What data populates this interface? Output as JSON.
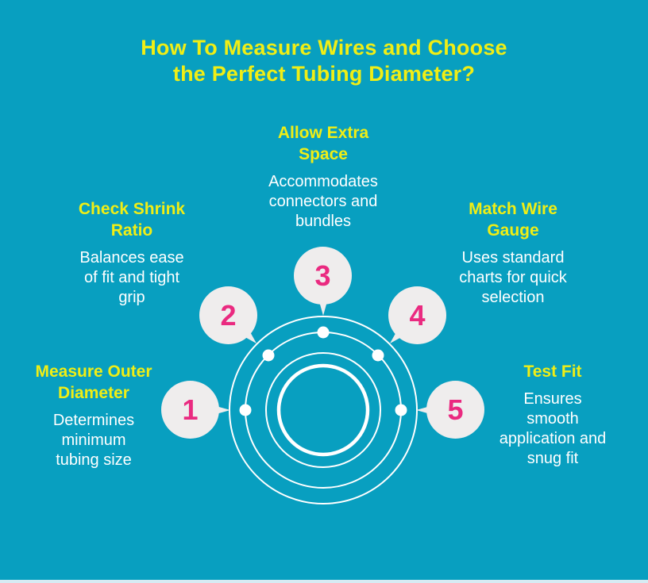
{
  "colors": {
    "background": "#089FC0",
    "heading_yellow": "#F0EE15",
    "number_pink": "#EA2A80",
    "bubble_fill": "#EFEDED",
    "body_text": "#FFFFFF"
  },
  "title": {
    "lines": [
      "How To Measure Wires and Choose",
      "the Perfect Tubing Diameter?"
    ]
  },
  "steps": [
    {
      "number": "1",
      "heading": "Measure Outer Diameter",
      "heading_lines": [
        "Measure Outer",
        "Diameter"
      ],
      "body": "Determines minimum tubing size",
      "body_lines": [
        "Determines",
        "minimum",
        "tubing size"
      ]
    },
    {
      "number": "2",
      "heading": "Check Shrink Ratio",
      "heading_lines": [
        "Check Shrink",
        "Ratio"
      ],
      "body": "Balances ease of fit and tight grip",
      "body_lines": [
        "Balances ease",
        "of fit and tight",
        "grip"
      ]
    },
    {
      "number": "3",
      "heading": "Allow Extra Space",
      "heading_lines": [
        "Allow Extra",
        "Space"
      ],
      "body": "Accommodates connectors and bundles",
      "body_lines": [
        "Accommodates",
        "connectors and",
        "bundles"
      ]
    },
    {
      "number": "4",
      "heading": "Match Wire Gauge",
      "heading_lines": [
        "Match Wire",
        "Gauge"
      ],
      "body": "Uses standard charts for quick selection",
      "body_lines": [
        "Uses standard",
        "charts for quick",
        "selection"
      ]
    },
    {
      "number": "5",
      "heading": "Test Fit",
      "heading_lines": [
        "Test Fit"
      ],
      "body": "Ensures smooth application and snug fit",
      "body_lines": [
        "Ensures",
        "smooth",
        "application and",
        "snug fit"
      ]
    }
  ]
}
